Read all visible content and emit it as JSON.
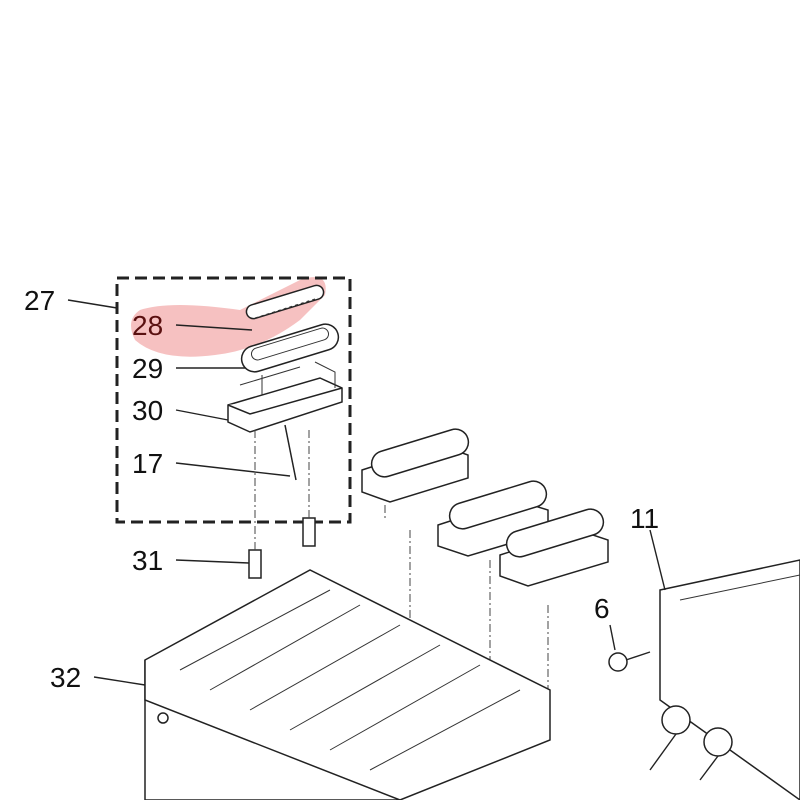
{
  "diagram": {
    "highlight_color": "#f2a6a6",
    "callouts": [
      {
        "id": "27",
        "label": "27"
      },
      {
        "id": "28",
        "label": "28",
        "highlighted": true
      },
      {
        "id": "29",
        "label": "29"
      },
      {
        "id": "30",
        "label": "30"
      },
      {
        "id": "17",
        "label": "17"
      },
      {
        "id": "31",
        "label": "31"
      },
      {
        "id": "32",
        "label": "32"
      },
      {
        "id": "11",
        "label": "11"
      },
      {
        "id": "6",
        "label": "6"
      }
    ]
  }
}
